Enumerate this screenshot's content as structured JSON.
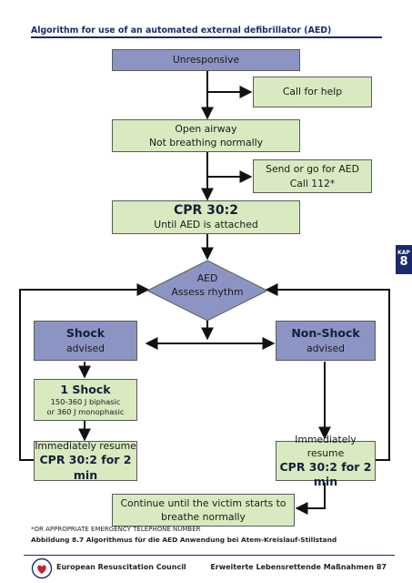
{
  "header": {
    "title": "Algorithm for use of an automated external defibrillator (AED)"
  },
  "side_tab": {
    "label": "KAP",
    "number": "8"
  },
  "flow": {
    "unresponsive": "Unresponsive",
    "call_help": "Call for help",
    "open_airway": "Open airway",
    "not_breathing": "Not breathing normally",
    "send_aed": "Send or go for AED",
    "call_112": "Call 112*",
    "cpr_title": "CPR 30:2",
    "cpr_sub": "Until AED is attached",
    "aed": "AED",
    "assess": "Assess rhythm",
    "shock_title": "Shock",
    "shock_sub": "advised",
    "nonshock_title": "Non-Shock",
    "nonshock_sub": "advised",
    "one_shock": "1 Shock",
    "joules_1": "150-360 J biphasic",
    "joules_2": "or 360 J monophasic",
    "resume_line1": "Immediately resume",
    "resume_line2": "CPR 30:2 for 2 min",
    "continue_line1": "Continue until the victim starts to",
    "continue_line2": "breathe normally"
  },
  "footnote": "*OR APPROPRIATE EMERGENCY TELEPHONE NUMBER",
  "caption": "Abbildung 8.7  Algorithmus für die AED Anwendung bei Atem-Kreislauf-Stillstand",
  "footer": {
    "left": "European Resuscitation Council",
    "right": "Erweiterte Lebensrettende Maßnahmen  87"
  },
  "colors": {
    "navy": "#1c2a6b",
    "blue_box": "#8c94c3",
    "green_box": "#d9e9c0"
  }
}
